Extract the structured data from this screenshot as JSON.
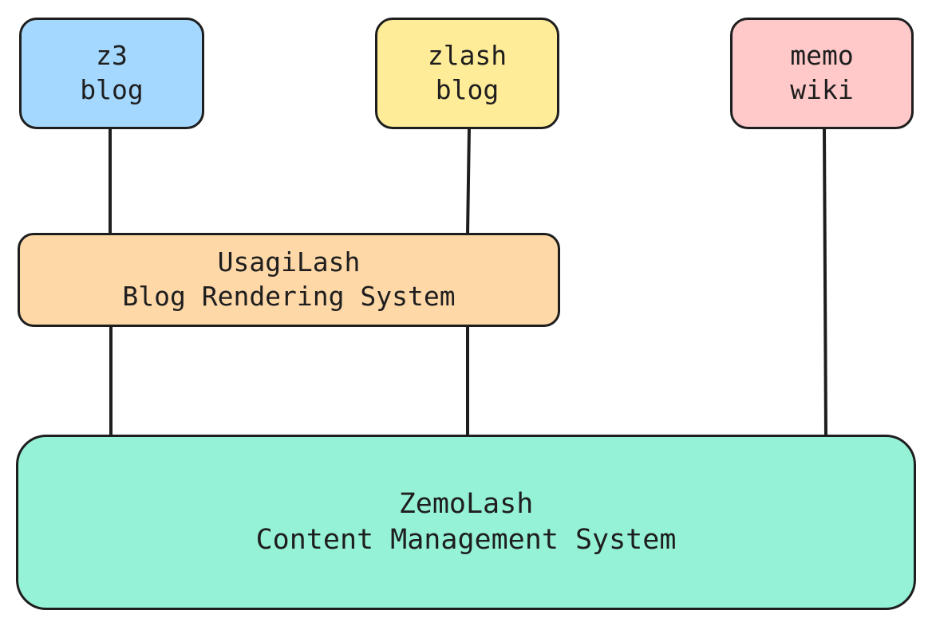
{
  "colors": {
    "stroke": "#1e1e1e",
    "z3_blog": "#a5d8ff",
    "zlash_blog": "#ffec99",
    "memo_wiki": "#ffc9c9",
    "usagilash": "#ffd8a8",
    "zemolash": "#96f2d7"
  },
  "nodes": {
    "z3_blog": {
      "line1": "z3",
      "line2": "blog"
    },
    "zlash_blog": {
      "line1": "zlash",
      "line2": "blog"
    },
    "memo_wiki": {
      "line1": "memo",
      "line2": "wiki"
    },
    "usagilash": {
      "line1": "UsagiLash",
      "line2": "Blog Rendering System"
    },
    "zemolash": {
      "line1": "ZemoLash",
      "line2": "Content Management System"
    }
  }
}
